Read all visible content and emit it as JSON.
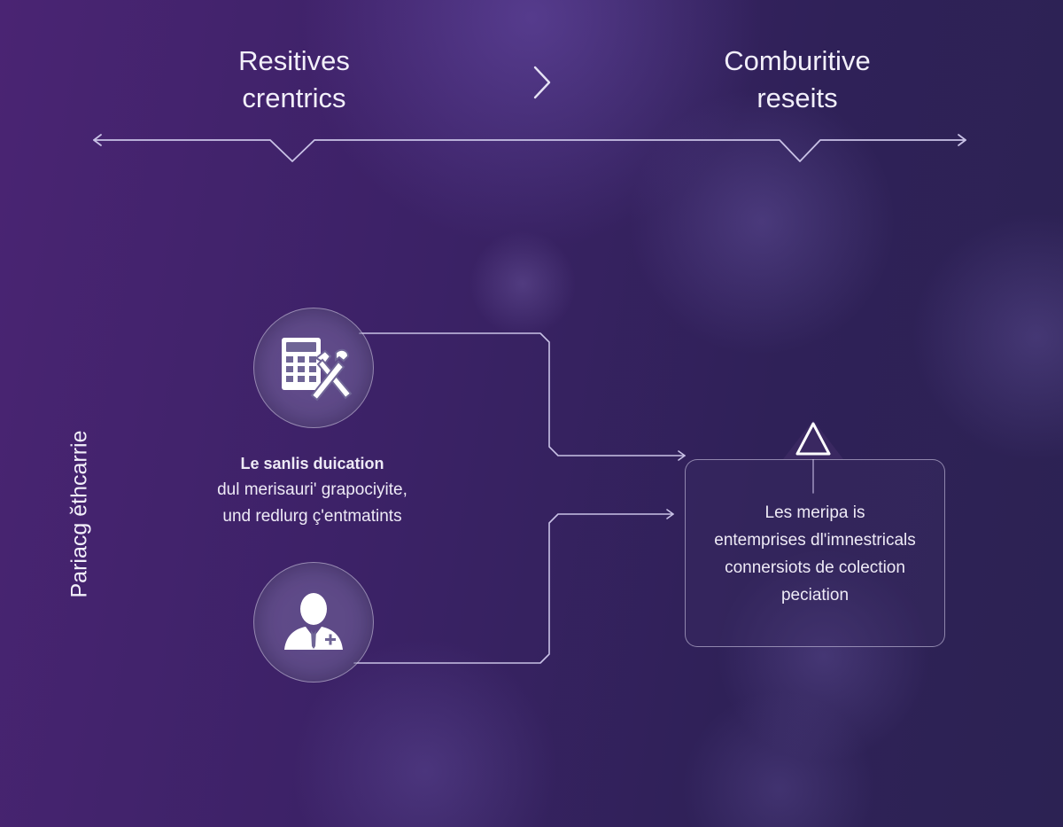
{
  "header": {
    "left_line1": "Resitives",
    "left_line2": "crentrics",
    "right_line1": "Comburitive",
    "right_line2": "reseits",
    "arrow_icon": "chevron-right-icon"
  },
  "side_label": "Pariacg ĕthcarrie",
  "nodes": {
    "calculator": {
      "icon": "calculator-tools-icon"
    },
    "person": {
      "icon": "doctor-person-icon"
    }
  },
  "left_text": {
    "title": "Le sanlis duication",
    "line1": "dul merisauri' grapociyite,",
    "line2": "und redlurg ç'entmatints"
  },
  "result": {
    "icon": "warning-triangle-icon",
    "title": "Les meripa is",
    "line1": "entemprises dl'imnestricals",
    "line2": "connersiots de colection",
    "line3": "peciation"
  },
  "colors": {
    "bg_start": "#4a2473",
    "bg_end": "#2c2253",
    "line": "#c9c2e6",
    "text": "#ffffff"
  }
}
